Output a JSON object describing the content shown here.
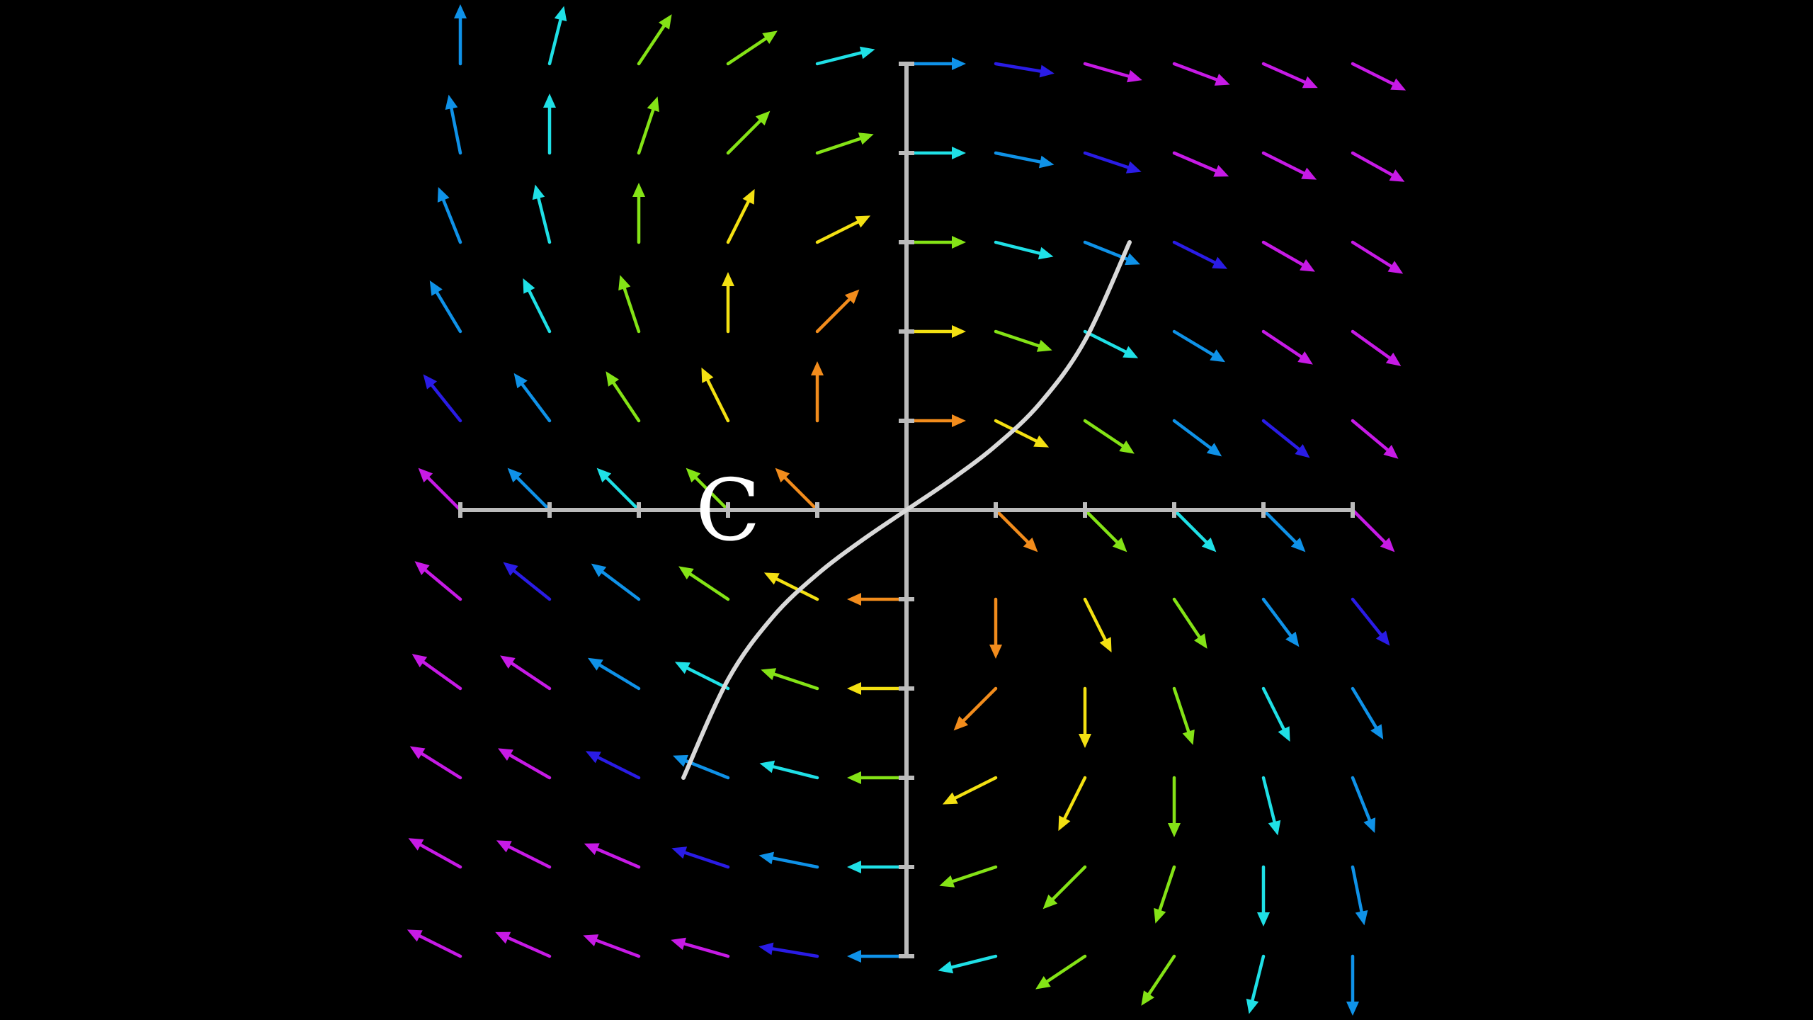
{
  "figure": {
    "background": "#000000",
    "axis_color": "#bbbbbb",
    "curve_color": "#d9d9d9",
    "label_text": "C"
  },
  "chart_data": {
    "type": "vector-field",
    "field": {
      "u": "y + x",
      "v": "-x"
    },
    "grid": {
      "x": [
        -5,
        -4,
        -3,
        -2,
        -1,
        0,
        1,
        2,
        3,
        4,
        5
      ],
      "y": [
        -5,
        -4,
        -3,
        -2,
        -1,
        0,
        1,
        2,
        3,
        4,
        5
      ]
    },
    "x_axis_ticks": [
      -5,
      -4,
      -3,
      -2,
      -1,
      0,
      1,
      2,
      3,
      4,
      5
    ],
    "y_axis_ticks": [
      -5,
      -4,
      -3,
      -2,
      -1,
      0,
      1,
      2,
      3,
      4,
      5
    ],
    "color_scale": [
      "#f28c1c",
      "#f3e012",
      "#84e316",
      "#1fe0e6",
      "#0f92e8",
      "#2a1ce6",
      "#c71ae6"
    ],
    "curve": {
      "name": "C",
      "x": [
        -2.5,
        -2.0,
        -1.5,
        -1.0,
        -0.5,
        0.0,
        0.5,
        1.0,
        1.5,
        2.0,
        2.5
      ],
      "y": [
        -3.0,
        -1.9,
        -1.2,
        -0.72,
        -0.34,
        0.0,
        0.34,
        0.72,
        1.2,
        1.9,
        3.0
      ]
    }
  }
}
